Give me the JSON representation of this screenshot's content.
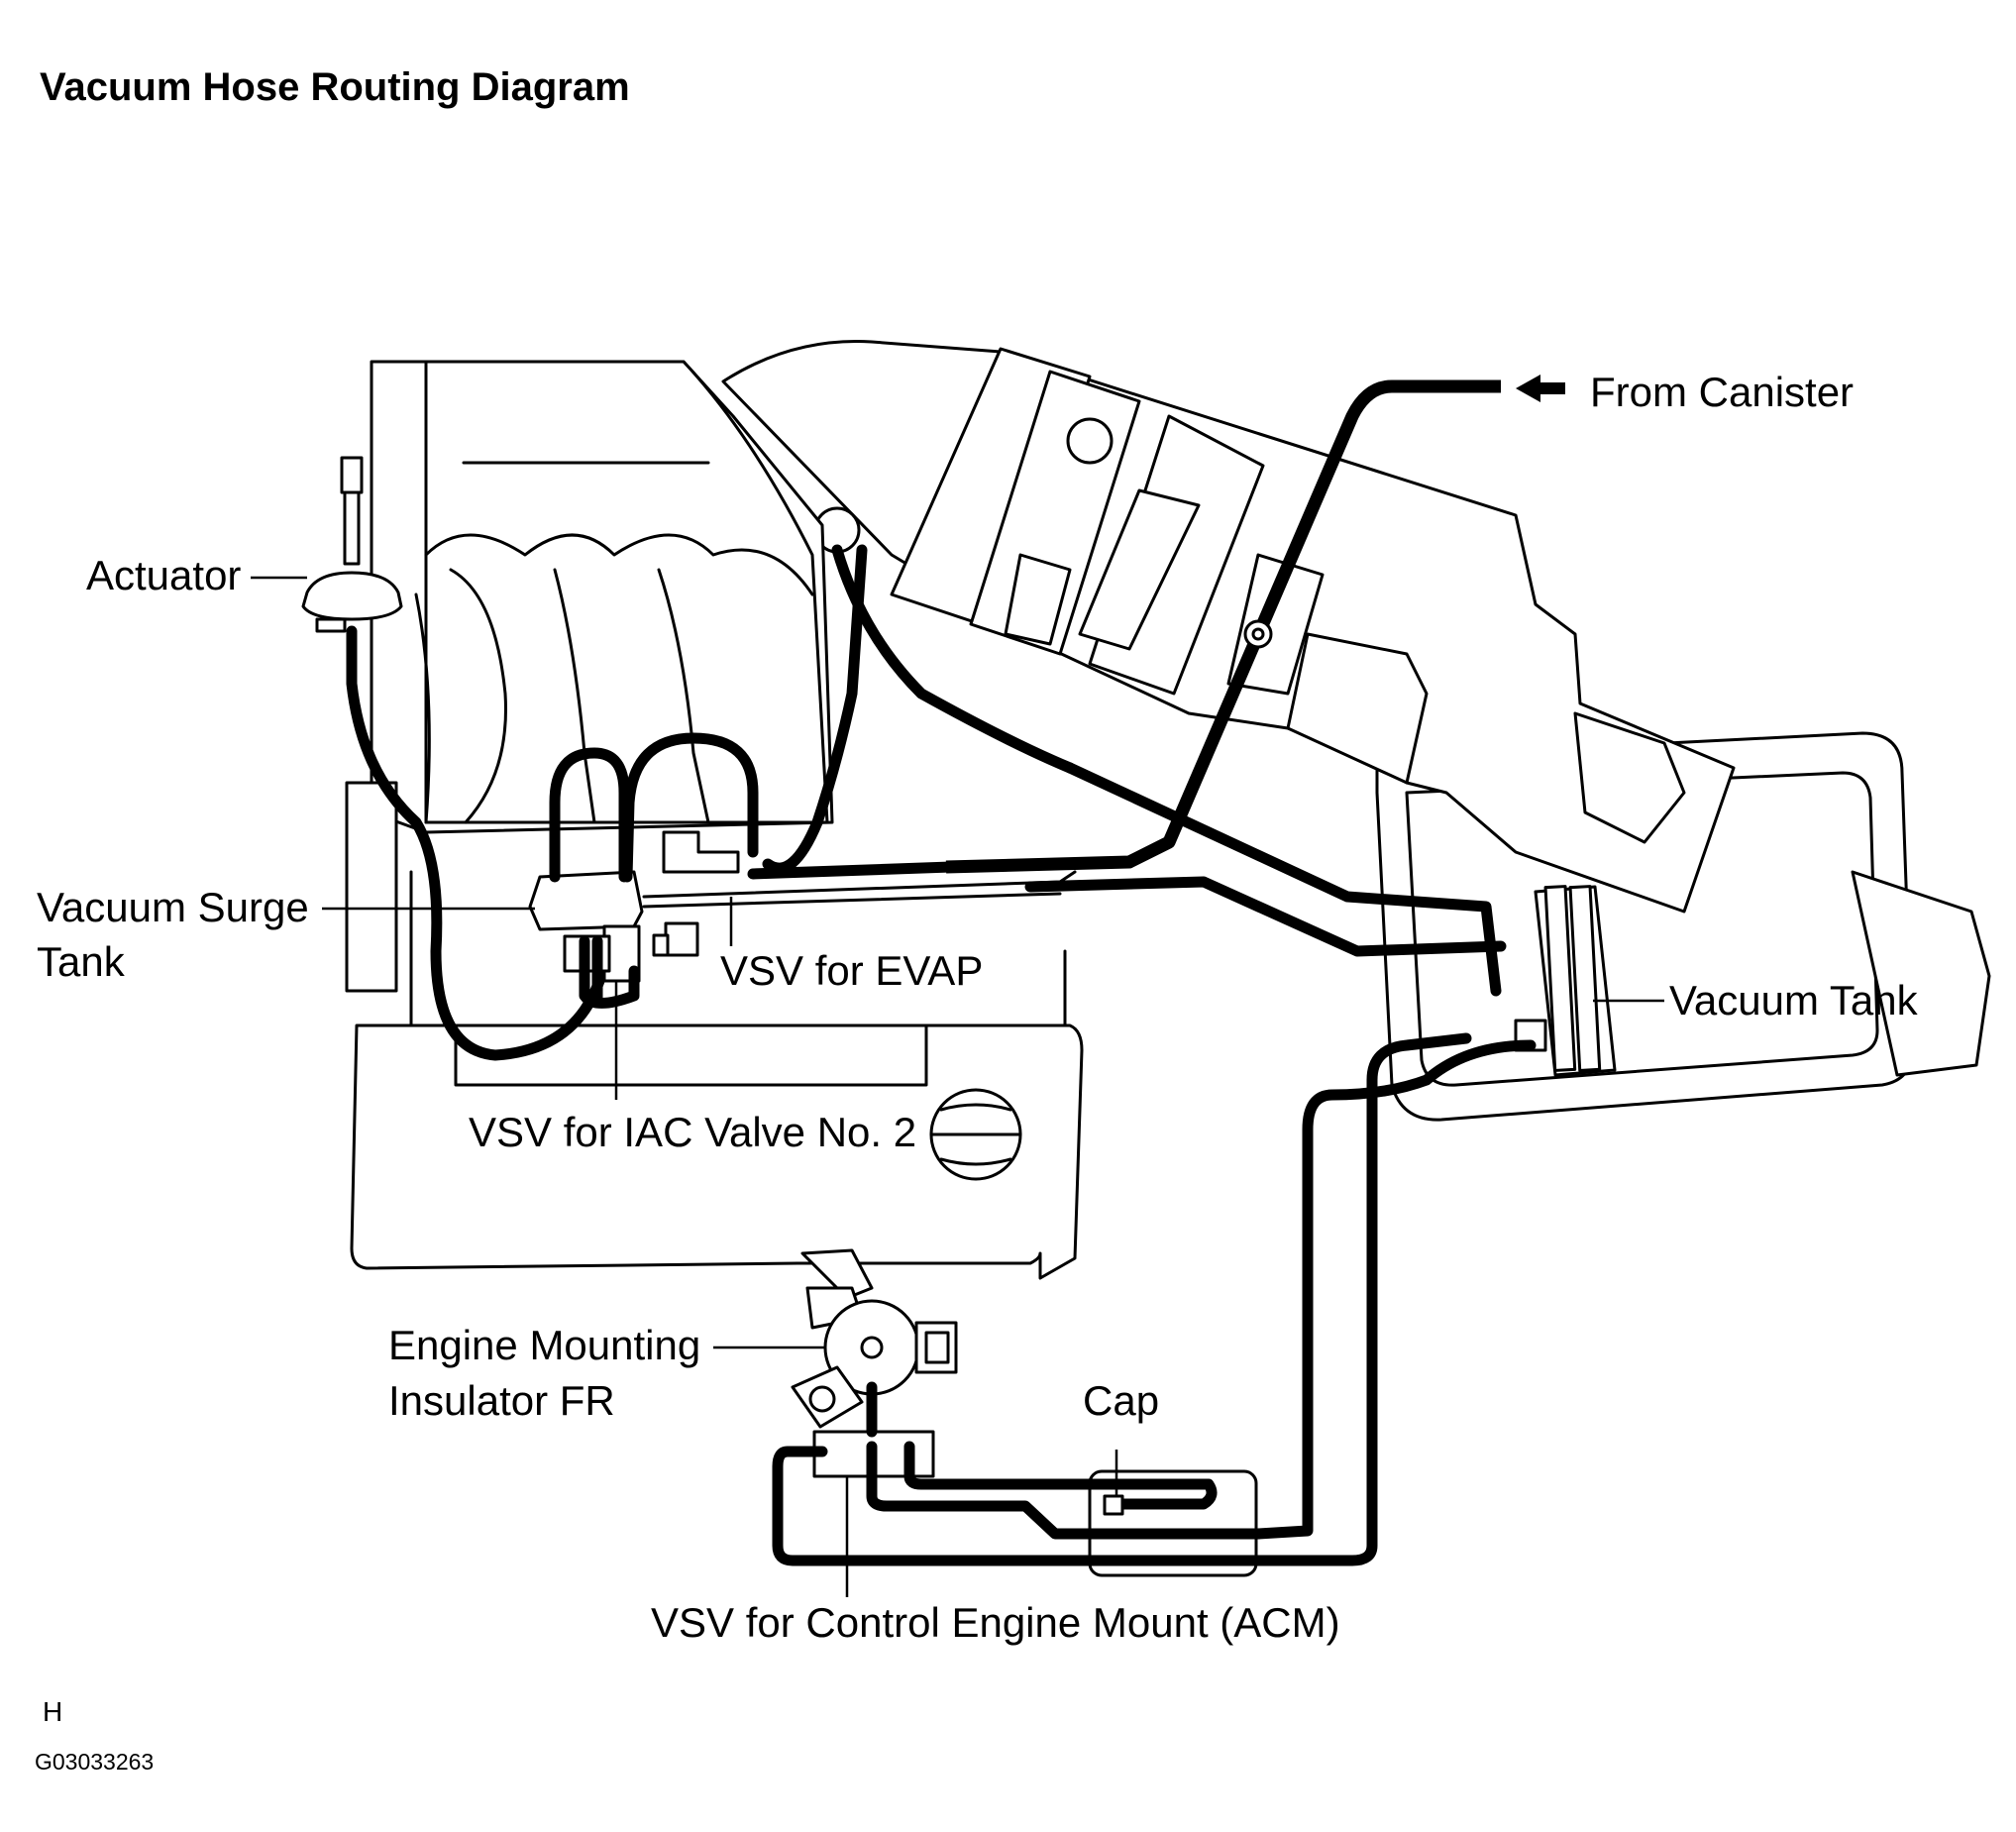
{
  "title": "Vacuum Hose Routing Diagram",
  "labels": {
    "actuator": "Actuator",
    "from_canister": "From Canister",
    "vacuum_surge_tank_line1": "Vacuum Surge",
    "vacuum_surge_tank_line2": "Tank",
    "vsv_evap": "VSV for EVAP",
    "vacuum_tank": "Vacuum Tank",
    "vsv_iac": "VSV for IAC Valve No. 2",
    "engine_mount_line1": "Engine Mounting",
    "engine_mount_line2": "Insulator FR",
    "cap": "Cap",
    "vsv_acm": "VSV for Control Engine Mount (ACM)"
  },
  "footer": {
    "letter": "H",
    "figure_code": "G03033263"
  },
  "colors": {
    "ink": "#000000",
    "paper": "#ffffff"
  }
}
